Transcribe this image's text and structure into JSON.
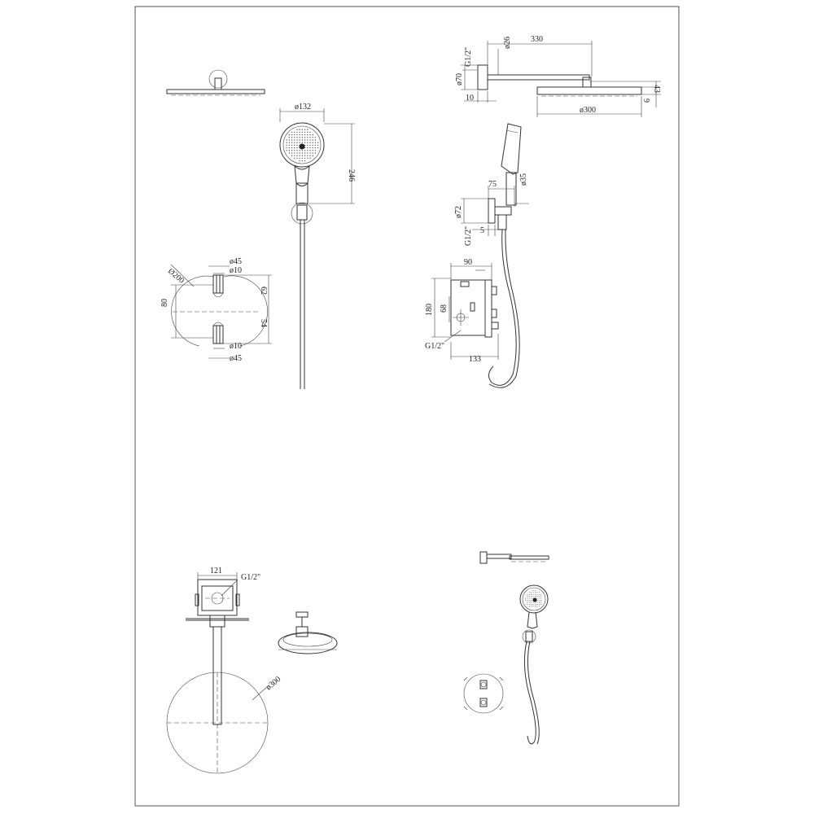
{
  "drawing": {
    "shower_head_top": {
      "diameter": "ø300",
      "length": "330",
      "arm_diameter": "ø26",
      "flange_diameter": "ø70",
      "thread": "G1/2\"",
      "flange_depth": "10",
      "height": "43",
      "thickness": "9"
    },
    "hand_shower": {
      "diameter": "ø132",
      "height": "246"
    },
    "wall_plate": {
      "diameter": "Ø200",
      "outer_diameter_top": "ø45",
      "inner_diameter_top": "ø10",
      "outer_diameter_bottom": "ø45",
      "inner_diameter_bottom": "ø10",
      "spacing": "80",
      "upper_height": "62",
      "lower_height": "54"
    },
    "wall_outlet": {
      "width": "75",
      "diameter": "ø35",
      "flange_diameter": "ø72",
      "thread": "G1/2\"",
      "depth": "5"
    },
    "valve_box": {
      "width": "90",
      "height": "180",
      "inner_height": "68",
      "thread": "G1/2\"",
      "total_depth": "133"
    },
    "ceiling_mount": {
      "width": "121",
      "thread": "G1/2\"",
      "plate_diameter": "ø300"
    }
  }
}
